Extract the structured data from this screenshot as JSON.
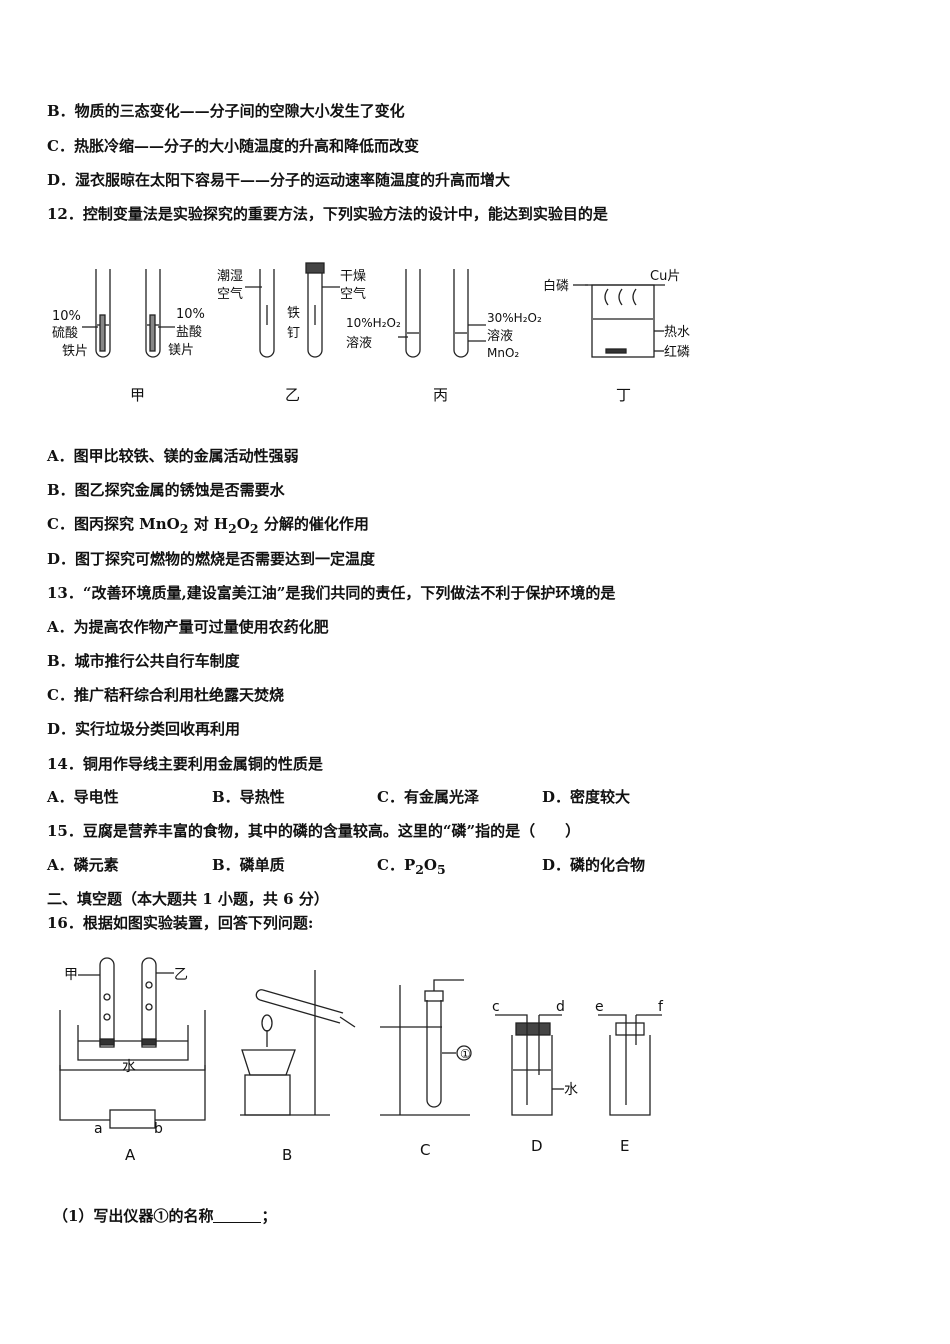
{
  "q11_opts": {
    "B": "B．物质的三态变化——分子间的空隙大小发生了变化",
    "C": "C．热胀冷缩——分子的大小随温度的升高和降低而改变",
    "D": "D．湿衣服晾在太阳下容易干——分子的运动速率随温度的升高而增大"
  },
  "q12": {
    "stem": "12．控制变量法是实验探究的重要方法，下列实验方法的设计中，能达到实验目的是",
    "figure": {
      "jia_left": [
        "10%",
        "硫酸",
        "铁片"
      ],
      "jia_right": [
        "10%",
        "盐酸",
        "镁片"
      ],
      "yi_left": [
        "潮湿",
        "空气"
      ],
      "yi_mid": [
        "铁",
        "钉"
      ],
      "yi_right": [
        "干燥",
        "空气"
      ],
      "bing_left": [
        "10%H₂O₂",
        "溶液"
      ],
      "bing_right": [
        "30%H₂O₂",
        "溶液",
        "MnO₂"
      ],
      "ding": [
        "白磷",
        "Cu片",
        "热水",
        "红磷"
      ],
      "captions": [
        "甲",
        "乙",
        "丙",
        "丁"
      ]
    },
    "A": "A．图甲比较铁、镁的金属活动性强弱",
    "B": "B．图乙探究金属的锈蚀是否需要水",
    "C_pre": "C．图丙探究 MnO",
    "C_sub1": "2",
    "C_mid": "对 H",
    "C_sub2": "2",
    "C_mid2": "O",
    "C_sub3": "2",
    "C_post": "分解的催化作用",
    "D": "D．图丁探究可燃物的燃烧是否需要达到一定温度"
  },
  "q13": {
    "stem": "13．“改善环境质量,建设富美江油”是我们共同的责任，下列做法不利于保护环境的是",
    "A": "A．为提高农作物产量可过量使用农药化肥",
    "B": "B．城市推行公共自行车制度",
    "C": "C．推广秸秆综合利用杜绝露天焚烧",
    "D": "D．实行垃圾分类回收再利用"
  },
  "q14": {
    "stem": "14．铜用作导线主要利用金属铜的性质是",
    "A": "A．导电性",
    "B": "B．导热性",
    "C": "C．有金属光泽",
    "D": "D．密度较大"
  },
  "q15": {
    "stem": "15．豆腐是营养丰富的食物，其中的磷的含量较高。这里的“磷”指的是（　　）",
    "A": "A．磷元素",
    "B": "B．磷单质",
    "C_pre": "C．P",
    "C_sub1": "2",
    "C_mid": "O",
    "C_sub2": "5",
    "D": "D．磷的化合物"
  },
  "section2": "二、填空题（本大题共 1 小题，共 6 分）",
  "q16": {
    "stem": "16．根据如图实验装置，回答下列问题:",
    "figure": {
      "A_labels": [
        "甲",
        "乙",
        "水",
        "a",
        "b"
      ],
      "C_label": "①",
      "D_labels": [
        "c",
        "d",
        "水"
      ],
      "E_labels": [
        "e",
        "f"
      ],
      "captions": [
        "A",
        "B",
        "C",
        "D",
        "E"
      ]
    },
    "sub1": "（1）写出仪器①的名称",
    "sub1_end": "；"
  }
}
